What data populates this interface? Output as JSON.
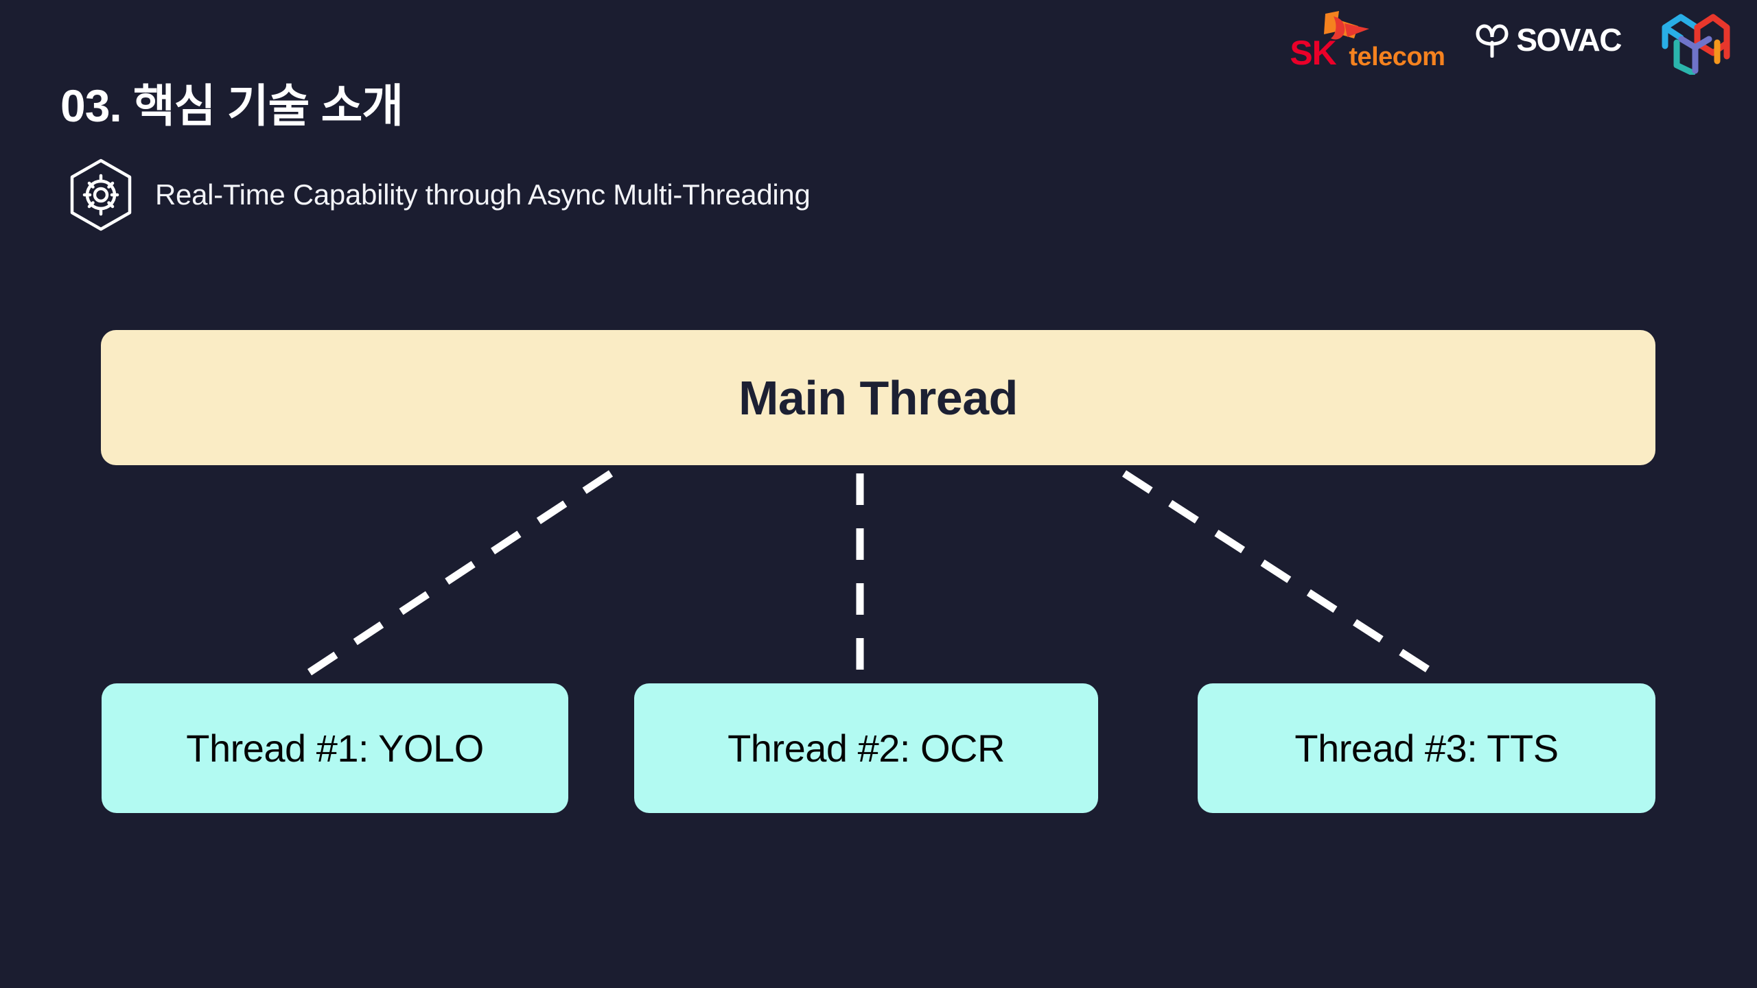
{
  "theme": {
    "background": "#1b1d30",
    "main_node_fill": "#faecc5",
    "main_node_text": "#1c2033",
    "child_node_fill": "#b2faf2",
    "child_node_text": "#050505",
    "connector_color": "#ffffff",
    "title_color": "#ffffff"
  },
  "header": {
    "section_number_and_title": "03. 핵심 기술 소개",
    "subtitle": "Real-Time Capability through Async Multi-Threading",
    "subtitle_icon": "hexagon-gear-icon"
  },
  "logos": [
    {
      "name": "sk-telecom-logo",
      "primary_word": "SK",
      "secondary_word": "telecom",
      "primary_color": "#ea0029",
      "secondary_color": "#f5821f",
      "mark": "butterfly-mark"
    },
    {
      "name": "sovac-logo",
      "wordmark": "SOVAC",
      "color": "#ffffff",
      "mark": "heart-leaf-mark"
    },
    {
      "name": "cube-logo",
      "mark": "isometric-cube-mark",
      "colors": [
        "#29aee6",
        "#e8372c",
        "#2bb5ac",
        "#6f74c9",
        "#f5971d"
      ]
    }
  ],
  "diagram": {
    "type": "thread-hierarchy",
    "main_node": {
      "label": "Main Thread",
      "name": "main-thread-node"
    },
    "connector_style": "dashed",
    "child_nodes": [
      {
        "label": "Thread #1: YOLO",
        "name": "thread-1-node"
      },
      {
        "label": "Thread #2: OCR",
        "name": "thread-2-node"
      },
      {
        "label": "Thread #3: TTS",
        "name": "thread-3-node"
      }
    ]
  }
}
